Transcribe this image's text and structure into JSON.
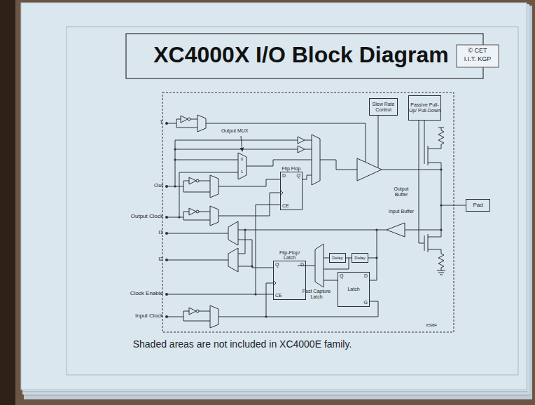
{
  "diagram": {
    "title": "XC4000X I/O Block Diagram",
    "caption": "Shaded areas are not included in XC4000E family.",
    "nodes": [
      {
        "text": [
          "Slew Rate Control"
        ]
      },
      {
        "text": [
          "Passive Pull-Up/ Pull-Down"
        ]
      },
      {
        "text": [
          "Flip Flop",
          "D",
          "Q",
          "CE"
        ]
      },
      {
        "text": [
          "Pad"
        ]
      },
      {
        "text": [
          "Flip-Flop/ Latch",
          "Q",
          "D",
          "CE"
        ]
      },
      {
        "text": [
          "Delay"
        ]
      },
      {
        "text": [
          "Delay"
        ]
      },
      {
        "text": [
          "Q",
          "D",
          "Latch",
          "G"
        ]
      }
    ],
    "edges": [
      {
        "from": 6,
        "to": 5,
        "arrow": "none"
      }
    ],
    "labels": [
      "© CET",
      "I.I.T. KGP",
      "T",
      "Out",
      "Output Clock",
      "I1",
      "I2",
      "Clock Enable",
      "Input Clock",
      "Output MUX",
      "0",
      "1",
      "Output Buffer",
      "Input Buffer",
      "Fast Capture Latch",
      "X5984"
    ]
  }
}
